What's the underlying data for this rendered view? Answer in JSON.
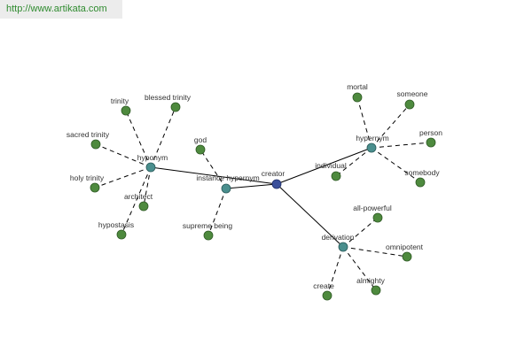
{
  "header": {
    "url": "http://www.artikata.com"
  },
  "graph": {
    "center": {
      "id": "creator",
      "label": "creator"
    },
    "relations": [
      {
        "id": "hyponym",
        "label": "hyponym"
      },
      {
        "id": "instance_hypernym",
        "label": "instance hypernym"
      },
      {
        "id": "hypernym",
        "label": "hypernym"
      },
      {
        "id": "derivation",
        "label": "derivation"
      }
    ],
    "leaves": [
      {
        "id": "trinity",
        "label": "trinity",
        "relation": "hyponym"
      },
      {
        "id": "blessed_trinity",
        "label": "blessed trinity",
        "relation": "hyponym"
      },
      {
        "id": "sacred_trinity",
        "label": "sacred trinity",
        "relation": "hyponym"
      },
      {
        "id": "holy_trinity",
        "label": "holy trinity",
        "relation": "hyponym"
      },
      {
        "id": "architect",
        "label": "architect",
        "relation": "hyponym"
      },
      {
        "id": "hypostasis",
        "label": "hypostasis",
        "relation": "hyponym"
      },
      {
        "id": "god",
        "label": "god",
        "relation": "instance_hypernym"
      },
      {
        "id": "supreme_being",
        "label": "supreme being",
        "relation": "instance_hypernym"
      },
      {
        "id": "mortal",
        "label": "mortal",
        "relation": "hypernym"
      },
      {
        "id": "someone",
        "label": "someone",
        "relation": "hypernym"
      },
      {
        "id": "person",
        "label": "person",
        "relation": "hypernym"
      },
      {
        "id": "individual",
        "label": "individual",
        "relation": "hypernym"
      },
      {
        "id": "somebody",
        "label": "somebody",
        "relation": "hypernym"
      },
      {
        "id": "all_powerful",
        "label": "all-powerful",
        "relation": "derivation"
      },
      {
        "id": "omnipotent",
        "label": "omnipotent",
        "relation": "derivation"
      },
      {
        "id": "create",
        "label": "create",
        "relation": "derivation"
      },
      {
        "id": "almighty",
        "label": "almighty",
        "relation": "derivation"
      }
    ]
  },
  "colors": {
    "leaf": "#4e8a3e",
    "relation": "#4a8f8e",
    "center": "#3a4f9a",
    "url_text": "#2f8b2f"
  }
}
